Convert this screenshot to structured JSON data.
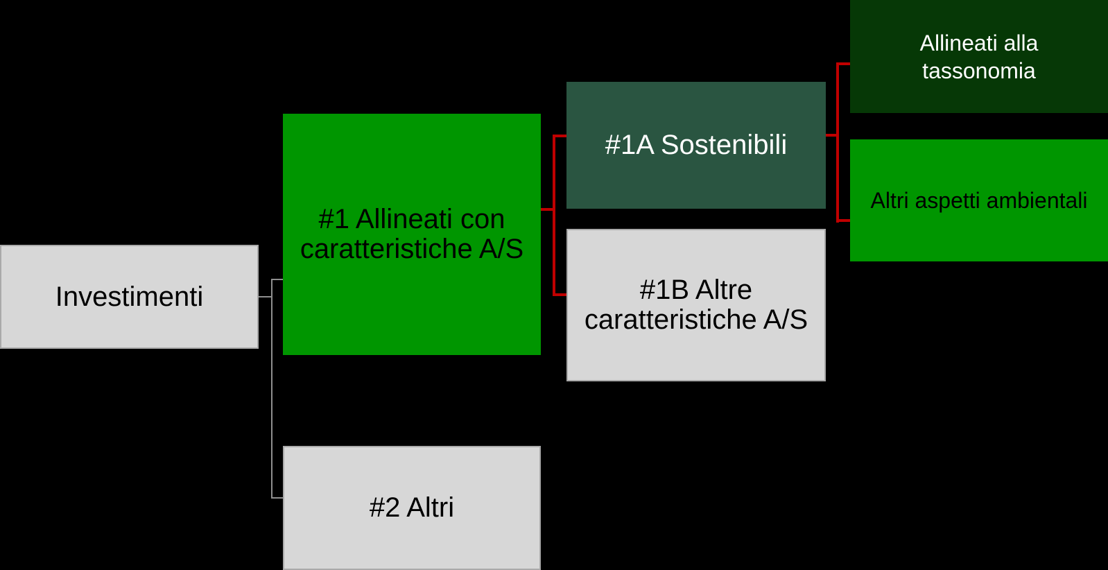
{
  "diagram": {
    "background": "#000000",
    "nodes": [
      {
        "id": "investimenti",
        "label": "Investimenti",
        "fill": "#d7d7d7",
        "text_color": "#000000",
        "shape": "rect"
      },
      {
        "id": "n1",
        "label": "#1 Allineati con caratteristiche A/S",
        "fill": "#009600",
        "text_color": "#000000",
        "shape": "rect"
      },
      {
        "id": "n1a",
        "label": "#1A Sostenibili",
        "fill": "#2a5541",
        "text_color": "#ffffff",
        "shape": "rect"
      },
      {
        "id": "n1b",
        "label": "#1B Altre caratteristiche A/S",
        "fill": "#d7d7d7",
        "text_color": "#000000",
        "shape": "rect"
      },
      {
        "id": "n2",
        "label": "#2 Altri",
        "fill": "#d7d7d7",
        "text_color": "#000000",
        "shape": "rect"
      },
      {
        "id": "taxonomy",
        "label": "Allineati alla tassonomia",
        "fill": "#063806",
        "text_color": "#ffffff",
        "shape": "rect"
      },
      {
        "id": "other_env",
        "label": "Altri aspetti ambientali",
        "fill": "#009600",
        "text_color": "#000000",
        "shape": "rect"
      }
    ],
    "edges": [
      {
        "from": "Investimenti",
        "to": "#1 Allineati con caratteristiche A/S",
        "color": "#8f8f8f"
      },
      {
        "from": "Investimenti",
        "to": "#2 Altri",
        "color": "#8f8f8f"
      },
      {
        "from": "#1 Allineati con caratteristiche A/S",
        "to": "#1A Sostenibili",
        "color": "#c00000"
      },
      {
        "from": "#1 Allineati con caratteristiche A/S",
        "to": "#1B Altre caratteristiche A/S",
        "color": "#c00000"
      },
      {
        "from": "#1A Sostenibili",
        "to": "Allineati alla tassonomia",
        "color": "#c00000"
      },
      {
        "from": "#1A Sostenibili",
        "to": "Altri aspetti ambientali",
        "color": "#c00000"
      }
    ],
    "palette": {
      "background": "#000000",
      "bright_green": "#009600",
      "sage_green": "#2a5541",
      "dark_green": "#063806",
      "box_gray": "#d7d7d7",
      "box_gray_border": "#a9a9a9",
      "connector_gray": "#8f8f8f",
      "connector_red": "#c00000",
      "text_black": "#000000",
      "text_white": "#ffffff"
    }
  }
}
